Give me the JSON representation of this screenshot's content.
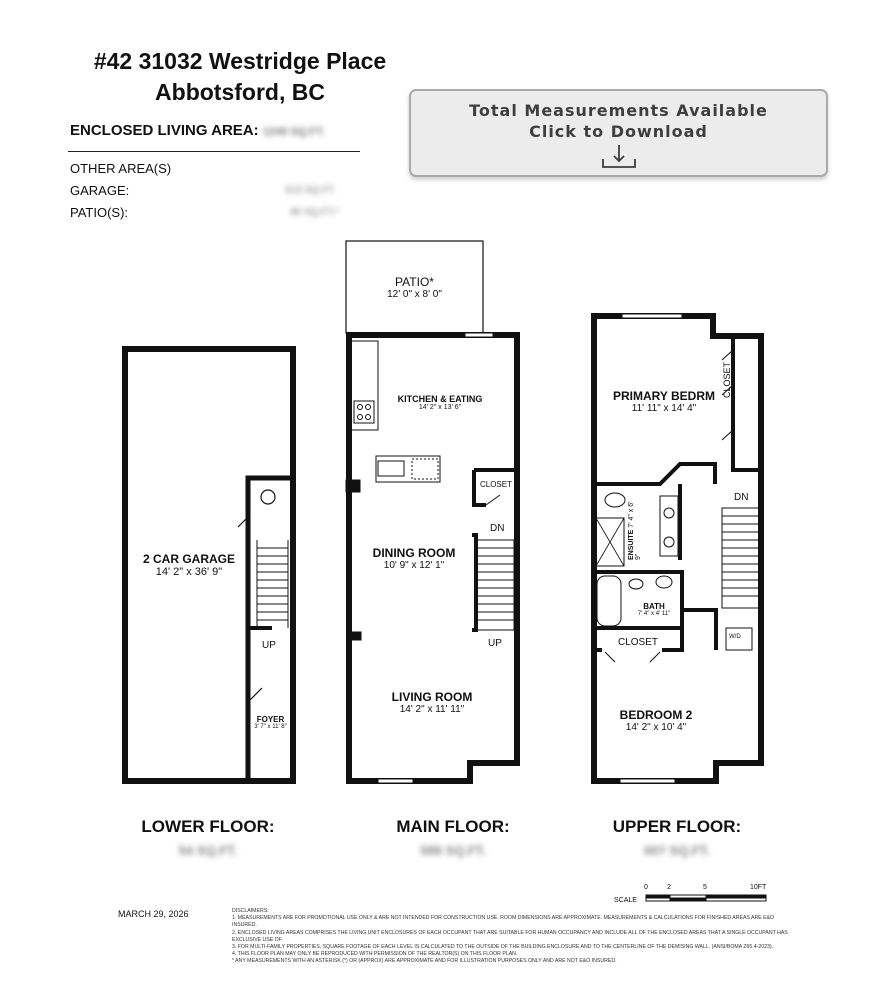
{
  "header": {
    "address_line1": "#42 31032 Westridge Place",
    "address_line2": "Abbotsford, BC"
  },
  "areas": {
    "enclosed_label": "ENCLOSED LIVING AREA:",
    "enclosed_value": "1249 SQ.FT.",
    "other_label": "OTHER AREA(S)",
    "garage_label": "GARAGE:",
    "garage_value": "513 SQ.FT.",
    "patio_label": "PATIO(S):",
    "patio_value": "96 SQ.FT.*"
  },
  "download": {
    "line1": "Total Measurements Available",
    "line2": "Click to Download",
    "icon": "download-arrow-icon"
  },
  "rooms": {
    "patio": {
      "name": "PATIO*",
      "dims": "12' 0\" x 8' 0\""
    },
    "garage": {
      "name": "2 CAR GARAGE",
      "dims": "14' 2\" x 36' 9\""
    },
    "foyer": {
      "name": "FOYER",
      "dims": "3' 7\" x 11' 8\""
    },
    "kitchen": {
      "name": "KITCHEN & EATING",
      "dims": "14' 2\" x 13' 6\""
    },
    "dining": {
      "name": "DINING ROOM",
      "dims": "10' 9\" x 12' 1\""
    },
    "living": {
      "name": "LIVING ROOM",
      "dims": "14' 2\" x 11' 11\""
    },
    "main_closet": {
      "name": "CLOSET"
    },
    "primary": {
      "name": "PRIMARY BEDRM",
      "dims": "11' 11\" x 14' 4\""
    },
    "primary_closet": {
      "name": "CLOSET"
    },
    "ensuite": {
      "name": "ENSUITE",
      "dims": "7' 4\" x 6' 9\""
    },
    "bath": {
      "name": "BATH",
      "dims": "7' 4\" x 4' 11\""
    },
    "bed2_closet": {
      "name": "CLOSET"
    },
    "bedroom2": {
      "name": "BEDROOM 2",
      "dims": "14' 2\" x 10' 4\""
    },
    "washer_dryer": "W/D"
  },
  "stairs": {
    "up": "UP",
    "dn": "DN"
  },
  "floors": [
    {
      "title": "LOWER FLOOR:",
      "area": "54 SQ.FT."
    },
    {
      "title": "MAIN FLOOR:",
      "area": "588 SQ.FT."
    },
    {
      "title": "UPPER FLOOR:",
      "area": "607 SQ.FT."
    }
  ],
  "footer": {
    "date": "MARCH 29, 2026",
    "disclaimer_title": "DISCLAIMERS:",
    "disclaimers": [
      "1. MEASUREMENTS ARE FOR PROMOTIONAL USE ONLY & ARE NOT INTENDED FOR CONSTRUCTION USE. ROOM DIMENSIONS ARE APPROXIMATE. MEASUREMENTS & CALCULATIONS FOR FINISHED AREAS ARE E&O INSURED.",
      "2. ENCLOSED LIVING AREAS COMPRISES THE LIVING UNIT ENCLOSURES OF EACH OCCUPANT THAT ARE SUITABLE FOR HUMAN OCCUPANCY AND INCLUDE ALL OF THE ENCLOSED AREAS THAT A SINGLE OCCUPANT HAS EXCLUSIVE USE OF.",
      "3. FOR MULTI-FAMILY PROPERTIES, SQUARE FOOTAGE OF EACH LEVEL IS CALCULATED TO THE OUTSIDE OF THE BUILDING ENCLOSURE AND TO THE CENTERLINE OF THE DEMISING WALL. (ANSI/BOMA Z65.4-2023).",
      "4. THIS FLOOR PLAN MAY ONLY BE REPRODUCED WITH PERMISSION OF THE REALTOR(S) ON THIS FLOOR PLAN.",
      "* ANY MEASUREMENTS WITH AN ASTERISK (*) OR (APPROX) ARE APPROXIMATE AND FOR ILLUSTRATION PURPOSES ONLY AND ARE NOT E&O INSURED."
    ],
    "scale_label": "SCALE",
    "scale_ticks": [
      "0",
      "2",
      "5",
      "10FT"
    ]
  }
}
